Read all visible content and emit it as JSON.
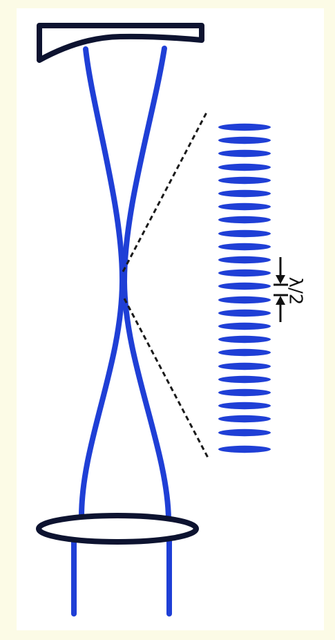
{
  "diagram": {
    "labels": {
      "lattice_spacing": "λ/2"
    },
    "colors": {
      "background_border": "#fcfbe6",
      "panel": "#ffffff",
      "beam": "#1f3fd6",
      "optics_outline": "#0d1330",
      "dashed_guide": "#1a1a1a"
    },
    "lattice": {
      "visible_ellipse_count": 25
    },
    "components": {
      "top_optic": "concave-mirror",
      "bottom_optic": "lens"
    }
  }
}
